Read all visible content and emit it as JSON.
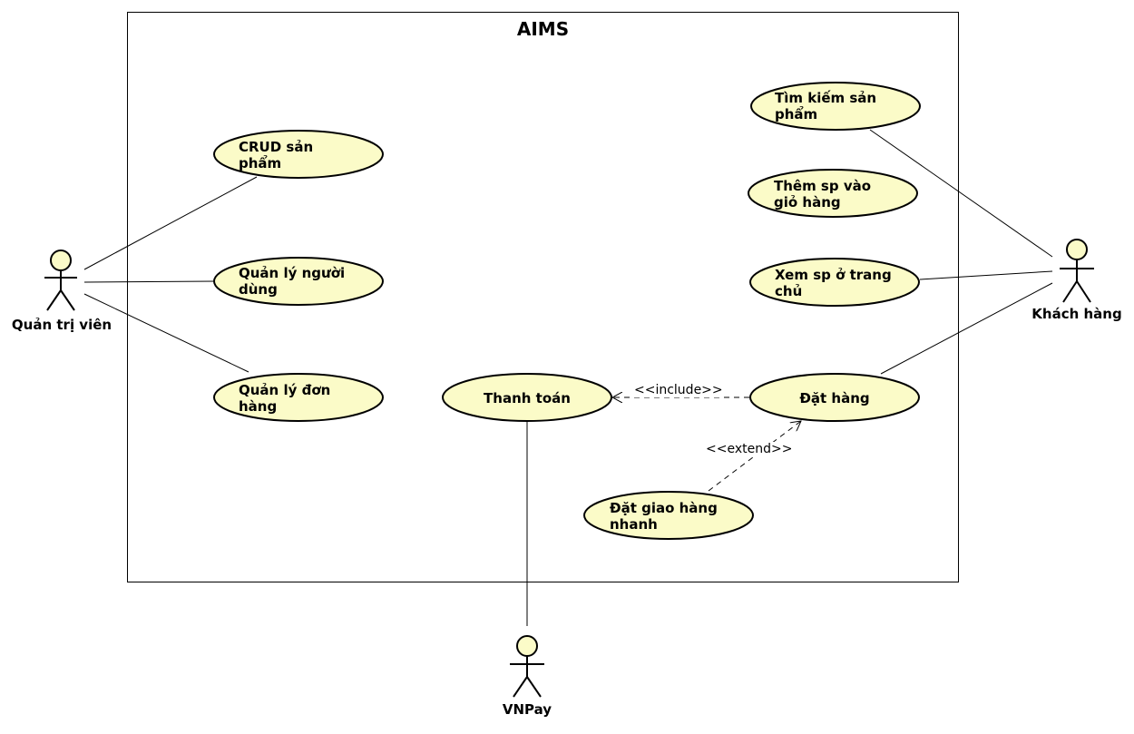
{
  "system": {
    "title": "AIMS"
  },
  "actors": {
    "admin": "Quản trị viên",
    "customer": "Khách hàng",
    "payment": "VNPay"
  },
  "usecases": {
    "crud_product": [
      "CRUD sản",
      "phẩm"
    ],
    "manage_users": [
      "Quản lý người",
      "dùng"
    ],
    "manage_orders": [
      "Quản lý đơn",
      "hàng"
    ],
    "search_product": [
      "Tìm kiếm sản",
      "phẩm"
    ],
    "add_to_cart": [
      "Thêm sp vào",
      "giỏ hàng"
    ],
    "view_home": [
      "Xem sp ở trang",
      "chủ"
    ],
    "checkout": [
      "Thanh toán"
    ],
    "place_order": [
      "Đặt hàng"
    ],
    "express_delivery": [
      "Đặt giao hàng",
      "nhanh"
    ]
  },
  "relations": {
    "include": "<<include>>",
    "extend": "<<extend>>"
  },
  "colors": {
    "usecase_fill": "#fbfbc8",
    "stroke": "#000000"
  }
}
